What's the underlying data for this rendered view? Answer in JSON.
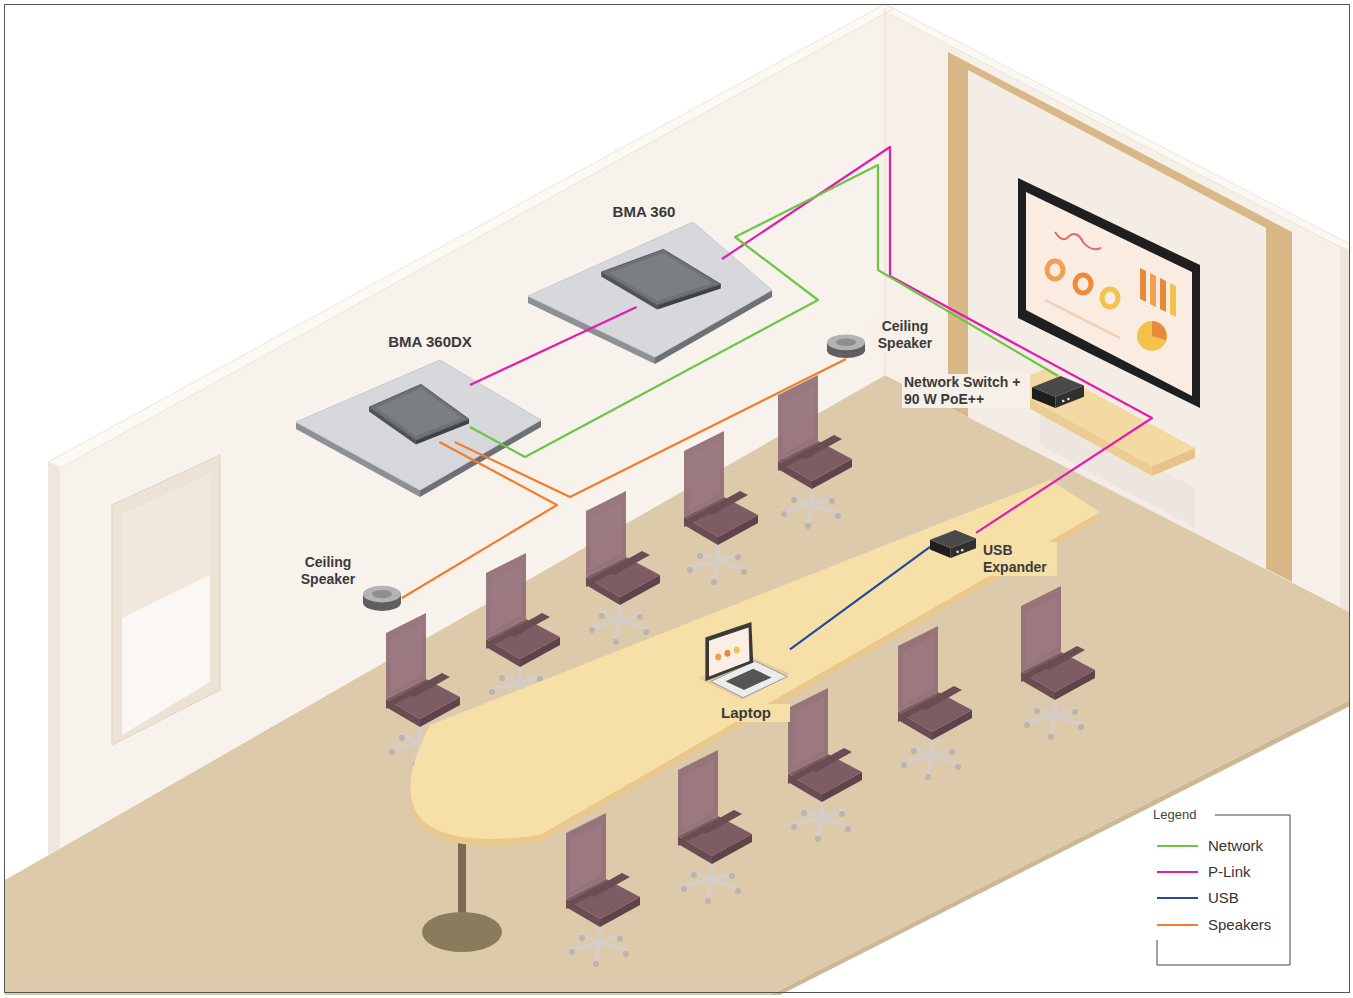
{
  "diagram": {
    "nodes": [
      {
        "text": [
          "BMA 360"
        ]
      },
      {
        "text": [
          "Ceiling Speaker"
        ]
      },
      {
        "text": [
          "BMA 360DX"
        ]
      },
      {
        "text": [
          "Network Switch + 90 W PoE++"
        ]
      },
      {
        "text": [
          "USB Expander"
        ]
      },
      {
        "text": [
          "Ceiling Speaker"
        ]
      },
      {
        "text": [
          "Laptop"
        ]
      }
    ],
    "edges": [
      {
        "from": 2,
        "to": 0,
        "arrow": "none"
      },
      {
        "from": 0,
        "to": 4,
        "arrow": "none"
      },
      {
        "from": 2,
        "to": 3,
        "arrow": "none"
      },
      {
        "from": 2,
        "to": 1,
        "arrow": "none"
      },
      {
        "from": 2,
        "to": 5,
        "arrow": "none"
      },
      {
        "from": 4,
        "to": 6,
        "arrow": "none"
      }
    ],
    "labels": [
      "Legend"
    ],
    "legend": [
      {
        "text": "Network"
      },
      {
        "text": "P-Link"
      },
      {
        "text": "USB"
      },
      {
        "text": "Speakers"
      }
    ]
  }
}
